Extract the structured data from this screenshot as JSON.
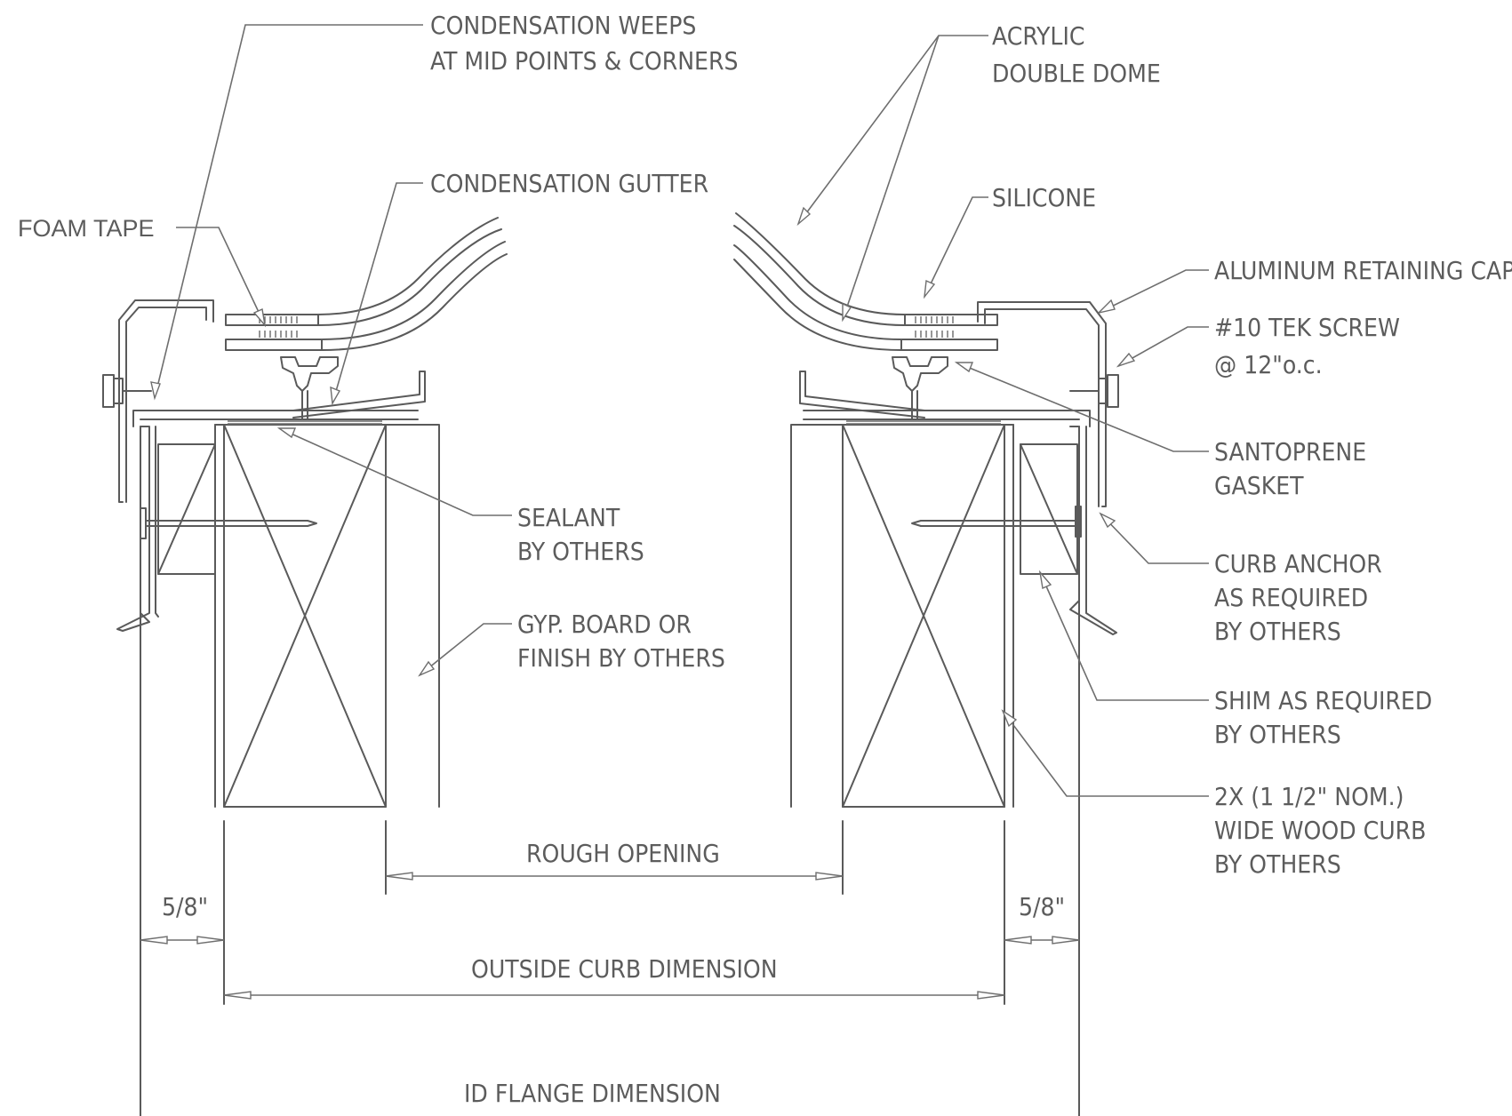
{
  "labels": {
    "condensation_weeps": [
      "CONDENSATION WEEPS",
      "AT MID POINTS & CORNERS"
    ],
    "condensation_gutter": "CONDENSATION GUTTER",
    "foam_tape": "FOAM TAPE",
    "acrylic_dome": [
      "ACRYLIC",
      "DOUBLE DOME"
    ],
    "silicone": "SILICONE",
    "retaining_cap": "ALUMINUM RETAINING CAP",
    "tek_screw": [
      "#10 TEK SCREW",
      "@ 12\"o.c."
    ],
    "santoprene_gasket": [
      "SANTOPRENE",
      "GASKET"
    ],
    "sealant": [
      "SEALANT",
      "BY OTHERS"
    ],
    "curb_anchor": [
      "CURB ANCHOR",
      "AS REQUIRED",
      "BY OTHERS"
    ],
    "gyp_board": [
      "GYP. BOARD OR",
      "FINISH BY OTHERS"
    ],
    "shim": [
      "SHIM AS REQUIRED",
      "BY OTHERS"
    ],
    "wood_curb": [
      "2X (1 1/2\" NOM.)",
      "WIDE WOOD CURB",
      "BY OTHERS"
    ]
  },
  "dimensions": {
    "rough_opening": "ROUGH OPENING",
    "left_flange": "5/8\"",
    "right_flange": "5/8\"",
    "outside_curb": "OUTSIDE CURB DIMENSION",
    "id_flange": "ID FLANGE DIMENSION"
  },
  "colors": {
    "line": "#5a5a5a",
    "text": "#5c5c5c",
    "background": "#ffffff"
  }
}
